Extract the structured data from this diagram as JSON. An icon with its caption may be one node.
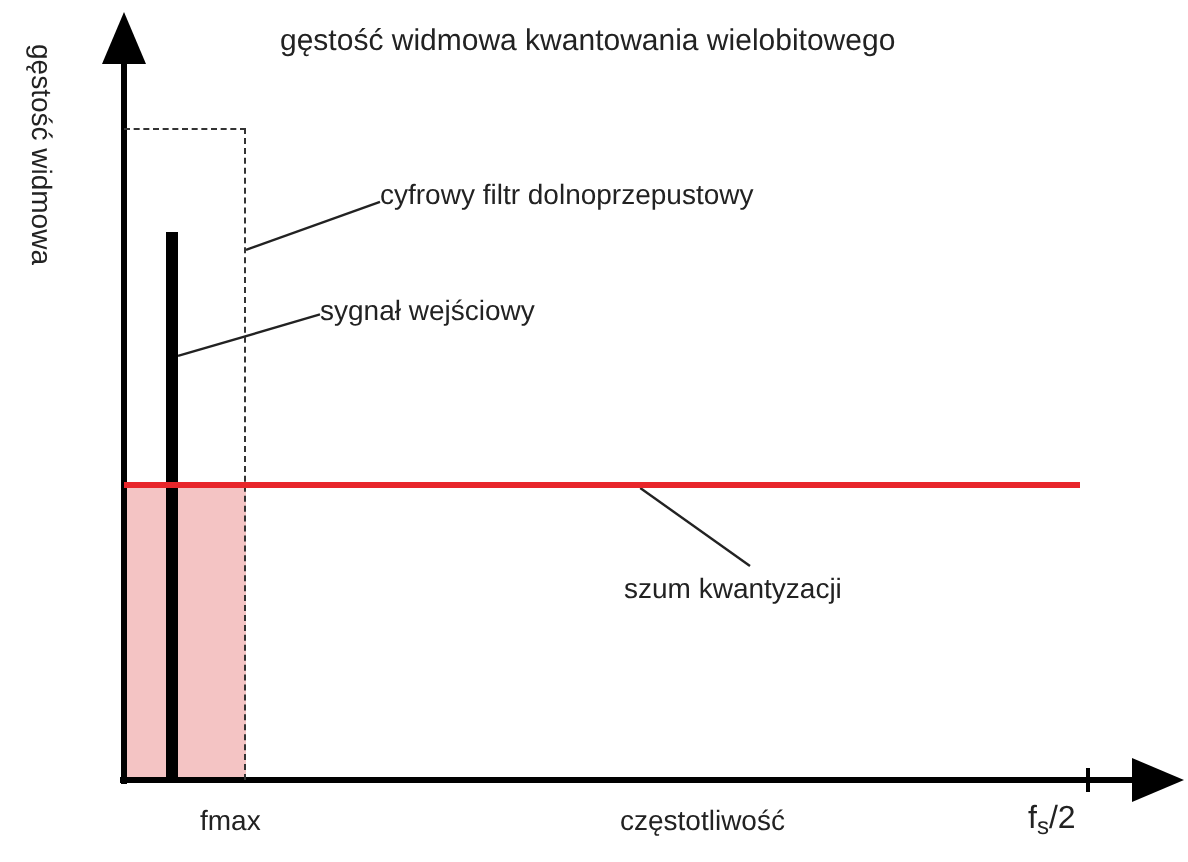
{
  "diagram": {
    "title": "gęstość widmowa kwantowania wielobitowego",
    "nodes": [
      {
        "text": [
          "cyfrowy filtr dolnoprzepustowy"
        ]
      },
      {
        "text": [],
        "shape": "box"
      },
      {
        "text": [
          "sygnał wejściowy"
        ]
      },
      {
        "text": [],
        "shape": "bar",
        "in": 1
      },
      {
        "text": [
          "szum kwantyzacji"
        ]
      },
      {
        "text": [],
        "shape": "line"
      }
    ],
    "edges": [
      {
        "from": 0,
        "to": 1,
        "arrow": "none"
      },
      {
        "from": 2,
        "to": 3,
        "arrow": "none"
      },
      {
        "from": 4,
        "to": 5,
        "arrow": "none"
      }
    ],
    "labels": [
      "gęstość widmowa",
      "fmax",
      "częstotliwość",
      "f$_{s}$/2"
    ]
  }
}
